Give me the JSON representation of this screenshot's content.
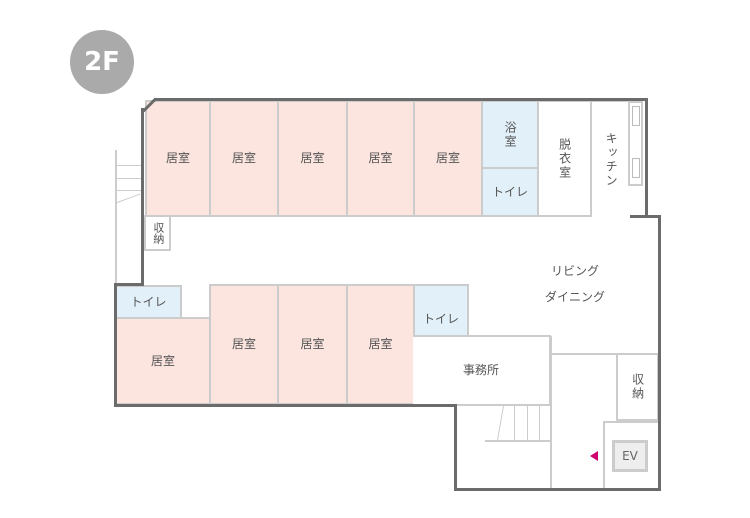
{
  "floor_badge": "2F",
  "rooms": {
    "top_living_1": "居室",
    "top_living_2": "居室",
    "top_living_3": "居室",
    "top_living_4": "居室",
    "top_living_5": "居室",
    "bath": "浴室",
    "top_toilet": "トイレ",
    "dressing": "脱衣室",
    "kitchen": "キッチン",
    "storage_left": "収納",
    "left_toilet": "トイレ",
    "bottom_living_1": "居室",
    "bottom_living_2": "居室",
    "bottom_living_3": "居室",
    "bottom_living_4": "居室",
    "mid_toilet": "トイレ",
    "office": "事務所",
    "living_dining_1": "リビング",
    "living_dining_2": "ダイニング",
    "storage_right": "収納",
    "elevator": "EV"
  },
  "colors": {
    "room_living": "#fce4df",
    "room_water": "#e2f0f9",
    "wall": "#6b6b6b",
    "marker": "#d0006f"
  }
}
